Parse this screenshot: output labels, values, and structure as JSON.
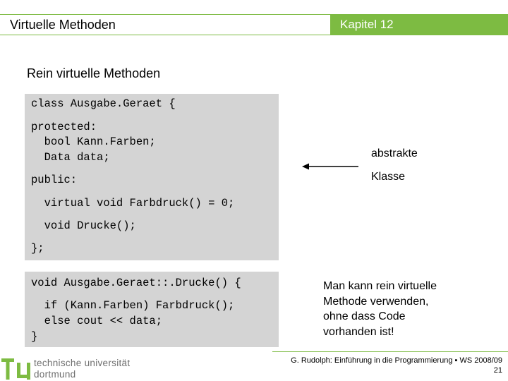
{
  "header": {
    "title": "Virtuelle Methoden",
    "chapter": "Kapitel 12"
  },
  "section_title": "Rein virtuelle Methoden",
  "code_block_1": [
    "class Ausgabe.Geraet {",
    "protected:",
    "  bool Kann.Farben;",
    "  Data data;",
    "public:",
    "  virtual void Farbdruck() = 0;",
    "  void Drucke();",
    "};"
  ],
  "code_block_2": [
    "void Ausgabe.Geraet::.Drucke() {",
    "  if (Kann.Farben) Farbdruck();",
    "  else cout << data;",
    "}"
  ],
  "annotation": {
    "line1": "abstrakte",
    "line2": "Klasse"
  },
  "remark": [
    "Man kann rein virtuelle",
    "Methode verwenden,",
    "ohne dass Code",
    "vorhanden ist!"
  ],
  "footer": {
    "credit": "G. Rudolph: Einführung in die Programmierung ▪ WS 2008/09",
    "page_number": "21"
  },
  "logo": {
    "mark": "tu",
    "line1": "technische universität",
    "line2": "dortmund"
  },
  "colors": {
    "accent": "#7dbb42",
    "code_background": "#d4d4d4"
  }
}
